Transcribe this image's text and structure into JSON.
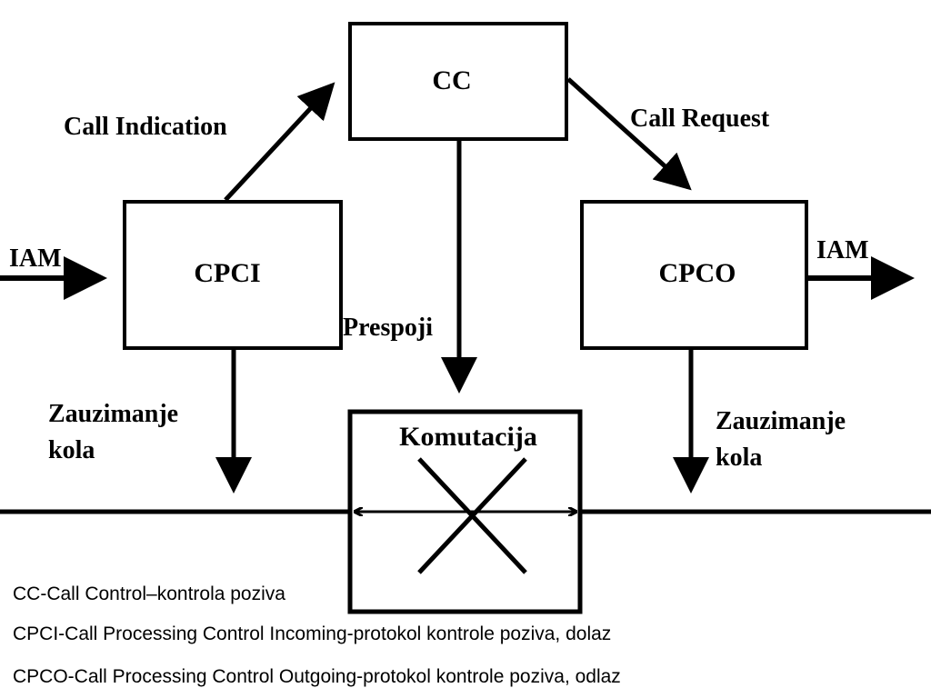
{
  "nodes": {
    "cc": "CC",
    "cpci": "CPCI",
    "cpco": "CPCO",
    "switching": "Komutacija"
  },
  "edges": {
    "call_indication": "Call Indication",
    "call_request": "Call Request",
    "iam_in": "IAM",
    "iam_out": "IAM",
    "prespoji": "Prespoji",
    "seize_left": [
      "Zauzimanje",
      "kola"
    ],
    "seize_right": [
      "Zauzimanje",
      "kola"
    ]
  },
  "legend": [
    "CC-Call Control–kontrola poziva",
    "CPCI-Call Processing Control Incoming-protokol kontrole poziva, dolaz",
    "CPCO-Call Processing Control Outgoing-protokol kontrole poziva, odlaz"
  ]
}
